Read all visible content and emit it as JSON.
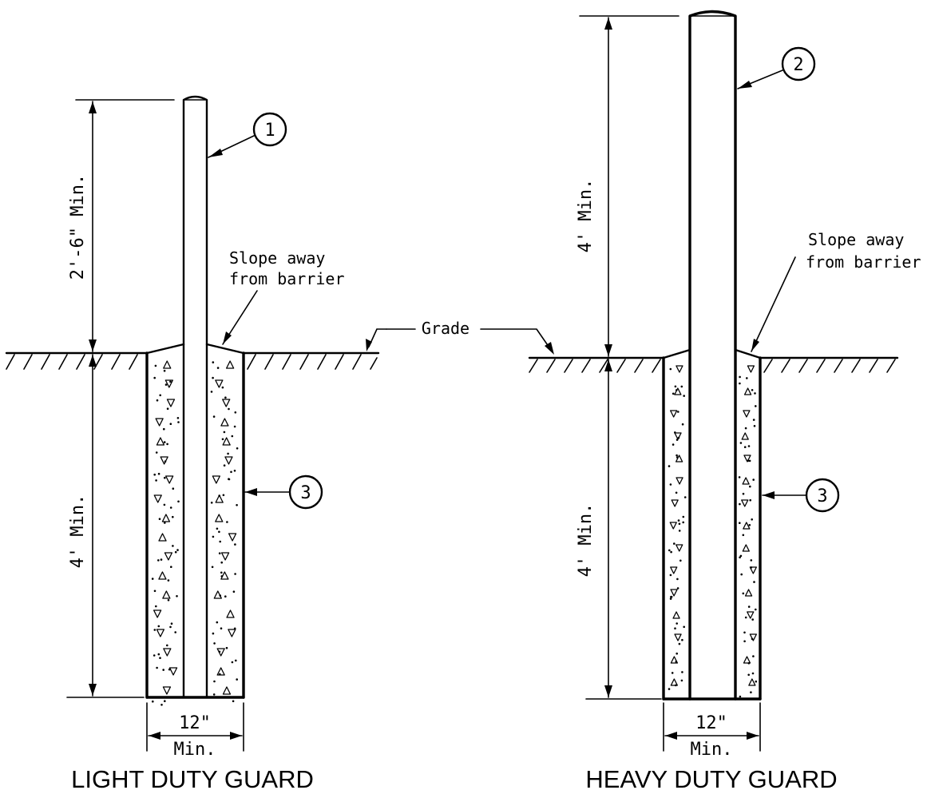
{
  "light_guard": {
    "title": "LIGHT DUTY GUARD",
    "post_callout": "1",
    "footing_callout": "3",
    "above_grade_dim": "2'-6\" Min.",
    "embed_dim": "4' Min.",
    "width_dim": "12\"",
    "width_dim_sub": "Min.",
    "slope_note_line1": "Slope away",
    "slope_note_line2": "from barrier"
  },
  "heavy_guard": {
    "title": "HEAVY DUTY GUARD",
    "post_callout": "2",
    "footing_callout": "3",
    "above_grade_dim": "4' Min.",
    "embed_dim": "4' Min.",
    "width_dim": "12\"",
    "width_dim_sub": "Min.",
    "slope_note_line1": "Slope away",
    "slope_note_line2": "from barrier"
  },
  "grade_label": "Grade"
}
